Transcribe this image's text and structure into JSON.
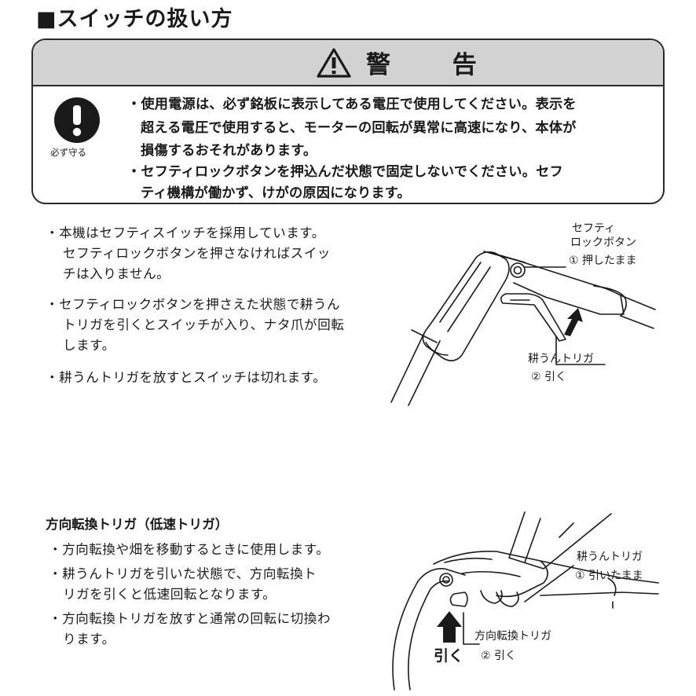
{
  "section_title": "■スイッチの扱い方",
  "warning": {
    "title": "警 告",
    "icon_label": "必ず守る",
    "lines": [
      "・使用電源は、必ず銘板に表示してある電圧で使用してください。表示を",
      "超える電圧で使用すると、モーターの回転が異常に高速になり、本体が",
      "損傷するおそれがあります。",
      "・セフティロックボタンを押込んだ状態で固定しないでください。セフ",
      "ティ機構が働かず、けがの原因になります。"
    ]
  },
  "switch_section": {
    "paragraphs": [
      [
        "・本機はセフティスイッチを採用しています。",
        "セフティロックボタンを押さなければスイッ",
        "チは入りません。"
      ],
      [
        "・セフティロックボタンを押さえた状態で耕うん",
        "トリガを引くとスイッチが入り、ナタ爪が回転",
        "します。"
      ],
      [
        "・耕うんトリガを放すとスイッチは切れます。"
      ]
    ],
    "figure": {
      "lock_label_1": "セフティ",
      "lock_label_2": "ロックボタン",
      "lock_step": "① 押したまま",
      "trigger_label": "耕うんトリガ",
      "trigger_step": "② 引く"
    }
  },
  "direction_section": {
    "title": "方向転換トリガ（低速トリガ）",
    "paragraphs": [
      [
        "・方向転換や畑を移動するときに使用します。"
      ],
      [
        "・耕うんトリガを引いた状態で、方向転換ト",
        "リガを引くと低速回転となります。"
      ],
      [
        "・方向転換トリガを放すと通常の回転に切換わ",
        "ります。"
      ]
    ],
    "figure": {
      "tilling_label": "耕うんトリガ",
      "tilling_step": "① 引いたまま",
      "direction_label": "方向転換トリガ",
      "direction_step": "② 引く",
      "pull_label": "引く"
    }
  }
}
